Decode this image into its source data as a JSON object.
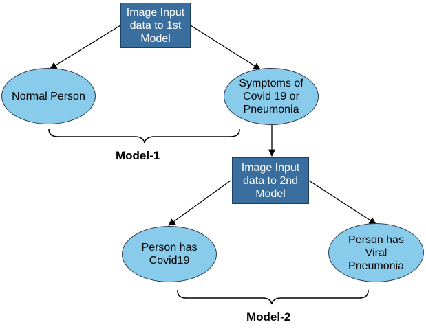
{
  "colors": {
    "box_fill": "#3a6e9f",
    "ellipse_fill": "#88cbea",
    "line": "#000000"
  },
  "nodes": {
    "input1": {
      "text": "Image Input\ndata to 1st\nModel"
    },
    "normal": {
      "text": "Normal Person"
    },
    "symptoms": {
      "text": "Symptoms of\nCovid 19 or\nPneumonia"
    },
    "input2": {
      "text": "Image Input\ndata to 2nd\nModel"
    },
    "covid": {
      "text": "Person has\nCovid19"
    },
    "viral": {
      "text": "Person has\nViral\nPneumonia"
    }
  },
  "groups": {
    "model1": {
      "label": "Model-1"
    },
    "model2": {
      "label": "Model-2"
    }
  }
}
